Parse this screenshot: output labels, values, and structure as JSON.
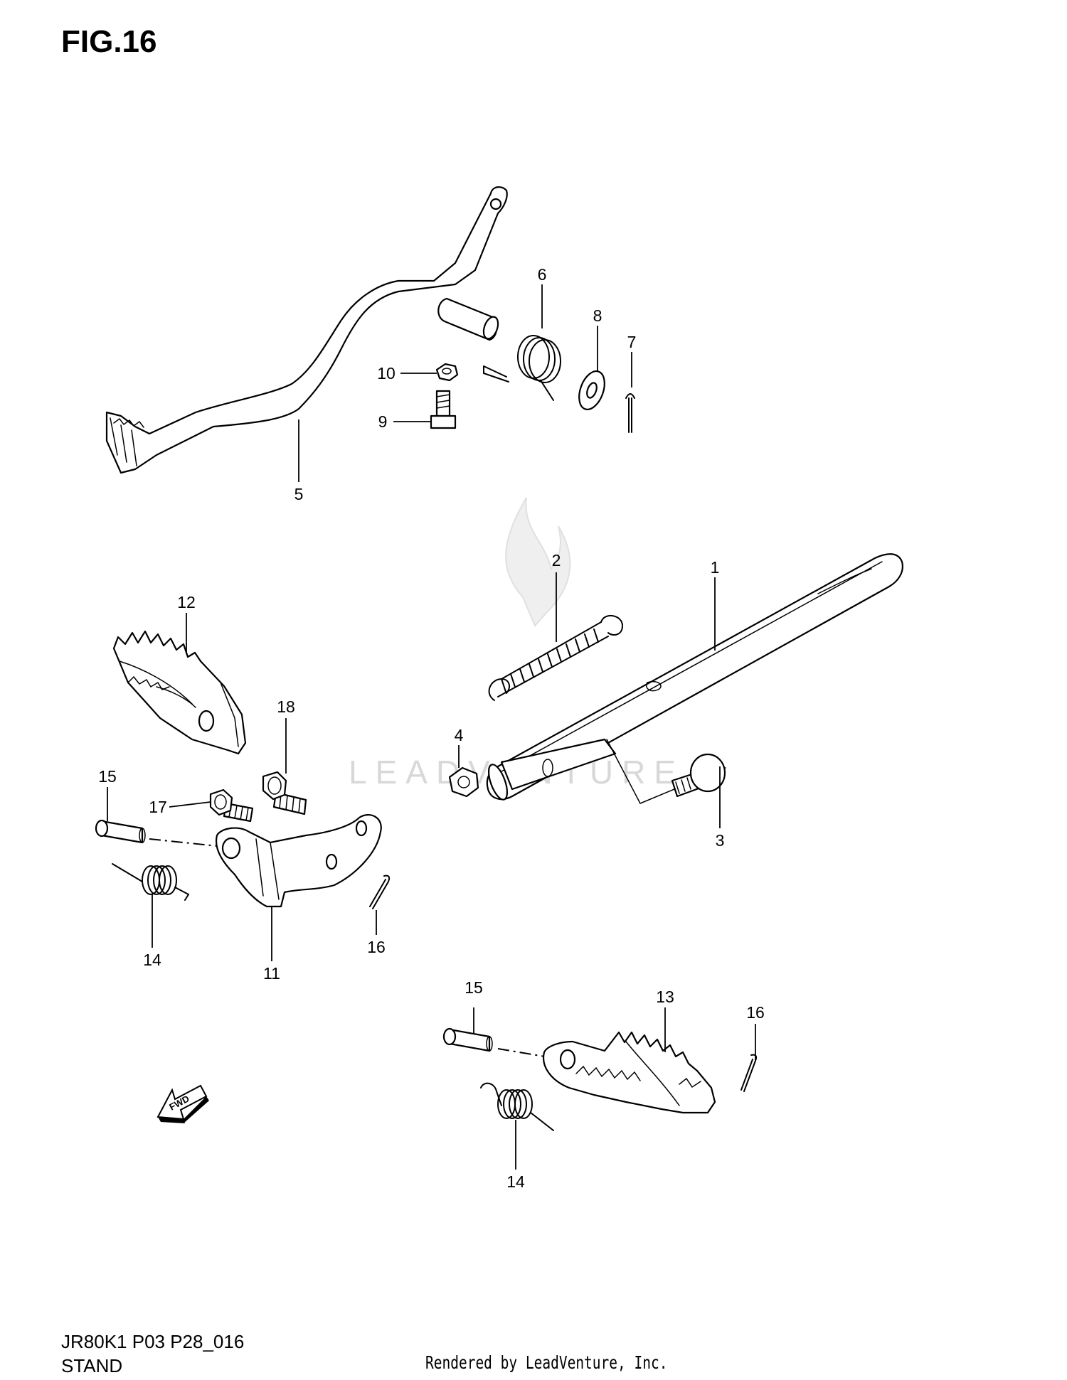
{
  "figure_title": "FIG.16",
  "footer": {
    "model_code": "JR80K1 P03 P28_016",
    "section_name": "STAND",
    "rendered_by": "Rendered by LeadVenture, Inc."
  },
  "watermark": "LEADVENTURE",
  "fwd_arrow_label": "FWD",
  "callouts": [
    {
      "id": "c1",
      "label": "1"
    },
    {
      "id": "c2",
      "label": "2"
    },
    {
      "id": "c3",
      "label": "3"
    },
    {
      "id": "c4",
      "label": "4"
    },
    {
      "id": "c5",
      "label": "5"
    },
    {
      "id": "c6",
      "label": "6"
    },
    {
      "id": "c7",
      "label": "7"
    },
    {
      "id": "c8",
      "label": "8"
    },
    {
      "id": "c9",
      "label": "9"
    },
    {
      "id": "c10",
      "label": "10"
    },
    {
      "id": "c11",
      "label": "11"
    },
    {
      "id": "c12",
      "label": "12"
    },
    {
      "id": "c13",
      "label": "13"
    },
    {
      "id": "c14a",
      "label": "14"
    },
    {
      "id": "c14b",
      "label": "14"
    },
    {
      "id": "c15a",
      "label": "15"
    },
    {
      "id": "c15b",
      "label": "15"
    },
    {
      "id": "c16a",
      "label": "16"
    },
    {
      "id": "c16b",
      "label": "16"
    },
    {
      "id": "c17",
      "label": "17"
    },
    {
      "id": "c18",
      "label": "18"
    }
  ]
}
